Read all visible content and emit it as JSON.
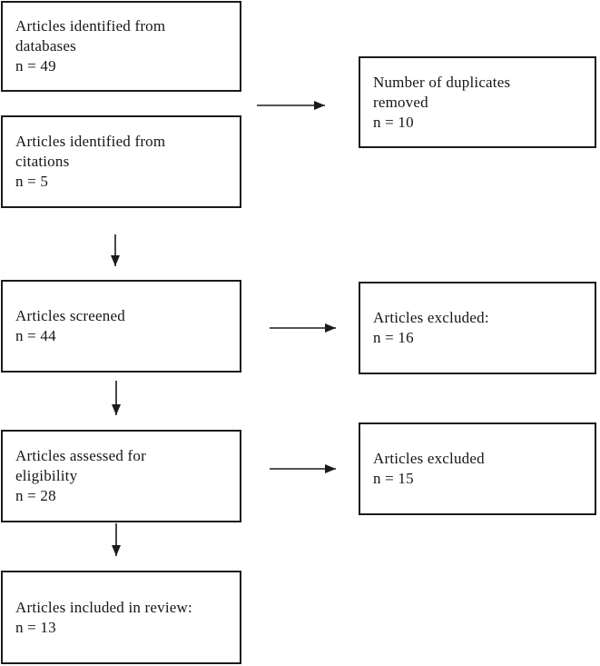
{
  "colors": {
    "background": "#ffffff",
    "box_border": "#1b1b1b",
    "text": "#161616",
    "arrow": "#1b1b1b"
  },
  "boxes": {
    "identified_databases": {
      "text": "Articles identified from\ndatabases\nn = 49"
    },
    "identified_citations": {
      "text": "Articles identified from\ncitations\nn = 5"
    },
    "duplicates_removed": {
      "text": "Number of duplicates\nremoved\nn = 10"
    },
    "screened": {
      "text": "Articles screened\nn = 44"
    },
    "excluded_screening": {
      "text": "Articles excluded:\nn = 16"
    },
    "assessed_eligibility": {
      "text": "Articles assessed for\neligibility\nn = 28"
    },
    "excluded_eligibility": {
      "text": "Articles excluded\nn = 15"
    },
    "included_review": {
      "text": "Articles included in review:\nn = 13"
    }
  },
  "arrows": [
    {
      "from": "identified articles",
      "to": "duplicates_removed",
      "direction": "right"
    },
    {
      "from": "identified_citations",
      "to": "screened",
      "direction": "down"
    },
    {
      "from": "screened",
      "to": "excluded_screening",
      "direction": "right"
    },
    {
      "from": "screened",
      "to": "assessed_eligibility",
      "direction": "down"
    },
    {
      "from": "assessed_eligibility",
      "to": "excluded_eligibility",
      "direction": "right"
    },
    {
      "from": "assessed_eligibility",
      "to": "included_review",
      "direction": "down"
    }
  ]
}
